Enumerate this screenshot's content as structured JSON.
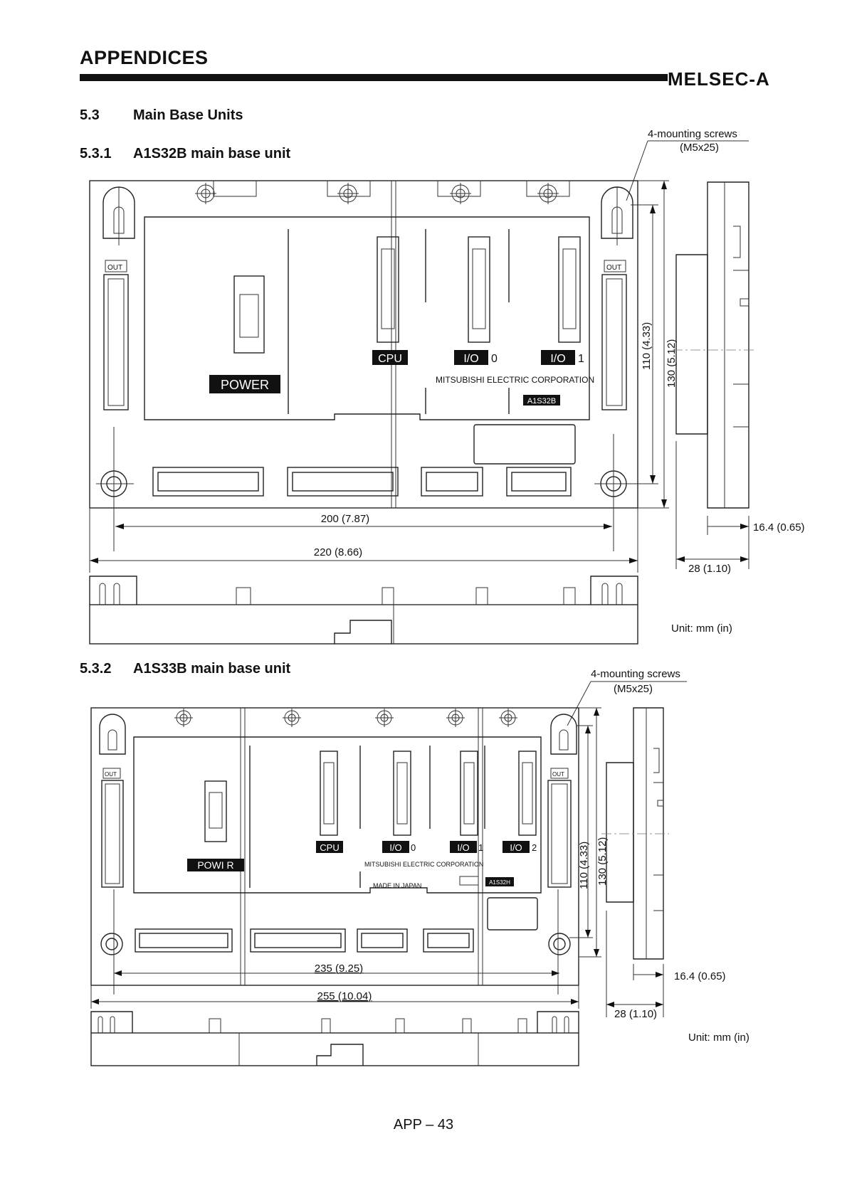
{
  "header": {
    "title": "APPENDICES",
    "brand": "MELSEC-A"
  },
  "section": {
    "number": "5.3",
    "title": "Main Base Units"
  },
  "figures": [
    {
      "number": "5.3.1",
      "title": "A1S32B main base unit",
      "screw_note": {
        "line1": "4-mounting screws",
        "line2": "(M5x25)"
      },
      "labels": {
        "out": "OUT",
        "power": "POWER",
        "cpu": "CPU",
        "io": "I/O",
        "slot0": "0",
        "slot1": "1",
        "maker": "MITSUBISHI ELECTRIC CORPORATION",
        "model": "A1S32B"
      },
      "dimensions": {
        "inner_width": "200 (7.87)",
        "outer_width": "220 (8.66)",
        "inner_height": "110 (4.33)",
        "outer_height": "130 (5.12)",
        "side_depth_small": "16.4 (0.65)",
        "side_depth_large": "28 (1.10)"
      },
      "unit": "Unit: mm (in)"
    },
    {
      "number": "5.3.2",
      "title": "A1S33B main base unit",
      "screw_note": {
        "line1": "4-mounting screws",
        "line2": "(M5x25)"
      },
      "labels": {
        "out": "OUT",
        "power": "POWI R",
        "cpu": "CPU",
        "io": "I/O",
        "slot0": "0",
        "slot1": "1",
        "slot2": "2",
        "maker": "MITSUBISHI ELECTRIC CORPORATION",
        "made_in": "MADE IN JAPAN",
        "model": "A1S32H"
      },
      "dimensions": {
        "inner_width": "235 (9.25)",
        "outer_width": "255 (10.04)",
        "inner_height": "110 (4.33)",
        "outer_height": "130 (5.12)",
        "side_depth_small": "16.4 (0.65)",
        "side_depth_large": "28 (1.10)"
      },
      "unit": "Unit: mm (in)"
    }
  ],
  "footer": {
    "page": "APP – 43"
  }
}
